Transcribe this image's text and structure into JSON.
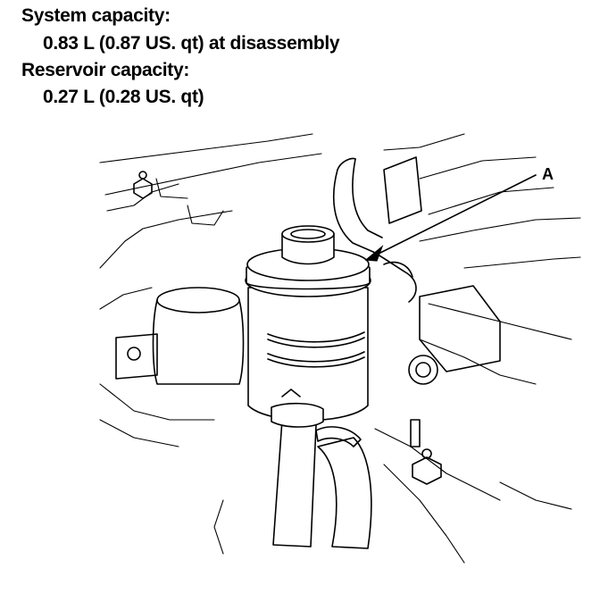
{
  "specs": {
    "system_label": "System capacity:",
    "system_value": "0.83 L (0.87 US. qt) at disassembly",
    "reservoir_label": "Reservoir capacity:",
    "reservoir_value": "0.27 L (0.28 US. qt)"
  },
  "illustration": {
    "callout_label": "A"
  }
}
